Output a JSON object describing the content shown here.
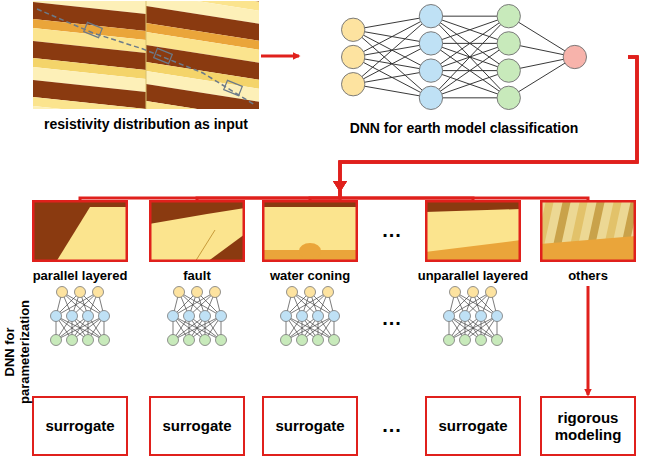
{
  "diagram": {
    "nodes": [
      {
        "text": [
          "resistivity distribution as input"
        ]
      },
      {
        "text": [
          "DNN for earth model classification"
        ]
      },
      {
        "text": [
          "parallel layered"
        ]
      },
      {
        "text": [
          "fault"
        ]
      },
      {
        "text": [
          "water coning"
        ]
      },
      {
        "text": [
          "unparallel layered"
        ]
      },
      {
        "text": [
          "others"
        ]
      },
      {
        "text": [
          "surrogate"
        ]
      },
      {
        "text": [
          "surrogate"
        ]
      },
      {
        "text": [
          "surrogate"
        ]
      },
      {
        "text": [
          "surrogate"
        ]
      },
      {
        "text": [
          "rigorous modeling"
        ]
      }
    ],
    "edges": [
      {
        "from": 0,
        "to": 1,
        "arrow": "to"
      },
      {
        "from": 1,
        "to": 2,
        "arrow": "to"
      },
      {
        "from": 1,
        "to": 3,
        "arrow": "to"
      },
      {
        "from": 1,
        "to": 4,
        "arrow": "to"
      },
      {
        "from": 1,
        "to": 5,
        "arrow": "to"
      },
      {
        "from": 1,
        "to": 6,
        "arrow": "to"
      },
      {
        "from": 6,
        "to": 11,
        "arrow": "to"
      }
    ],
    "labels": [
      "...",
      "DNN for parameterization",
      "...",
      "..."
    ]
  }
}
